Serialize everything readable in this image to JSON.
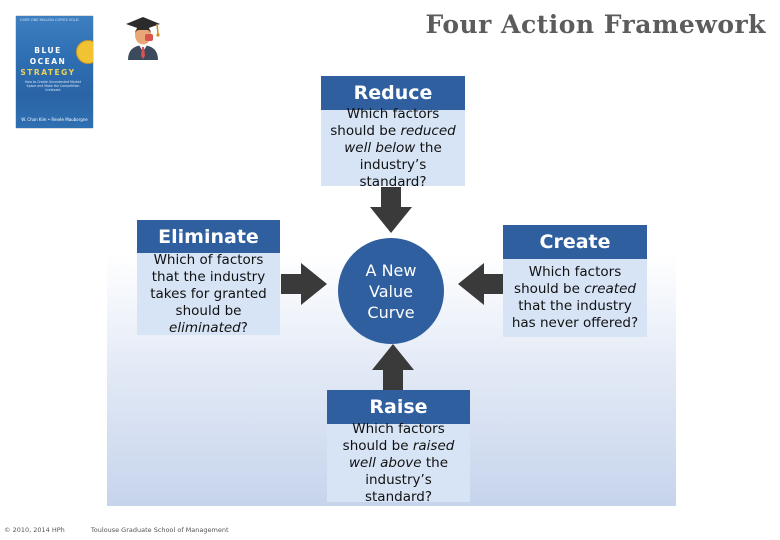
{
  "title": "Four Action Framework",
  "book": {
    "top_line": "OVER ONE MILLION COPIES SOLD",
    "title_lines": [
      "BLUE",
      "OCEAN",
      "STRATEGY"
    ],
    "subtitle": "How to Create Uncontested Market Space and Make the Competition Irrelevant",
    "authors": "W. Chan Kim  •  Renée Mauborgne"
  },
  "boxes": {
    "reduce": {
      "header": "Reduce",
      "pre": "Which factors should be ",
      "em": "reduced well below",
      "post": " the industry’s standard?"
    },
    "eliminate": {
      "header": "Eliminate",
      "pre": "Which of factors that the industry takes for granted should be ",
      "em": "eliminated",
      "post": "?"
    },
    "create": {
      "header": "Create",
      "pre": "Which factors should be ",
      "em": "created",
      "post": " that the industry has never offered?"
    },
    "raise": {
      "header": "Raise",
      "pre": "Which factors should be ",
      "em": "raised well above",
      "post": " the industry’s standard?"
    }
  },
  "center": {
    "label": "A New Value Curve"
  },
  "footer": {
    "copyright": "© 2010, 2014 HPh",
    "school": "Toulouse Graduate School of Management"
  },
  "colors": {
    "header_blue": "#2f5f9e",
    "box_fill": "#d6e4f5",
    "arrow": "#3a3a3a"
  }
}
